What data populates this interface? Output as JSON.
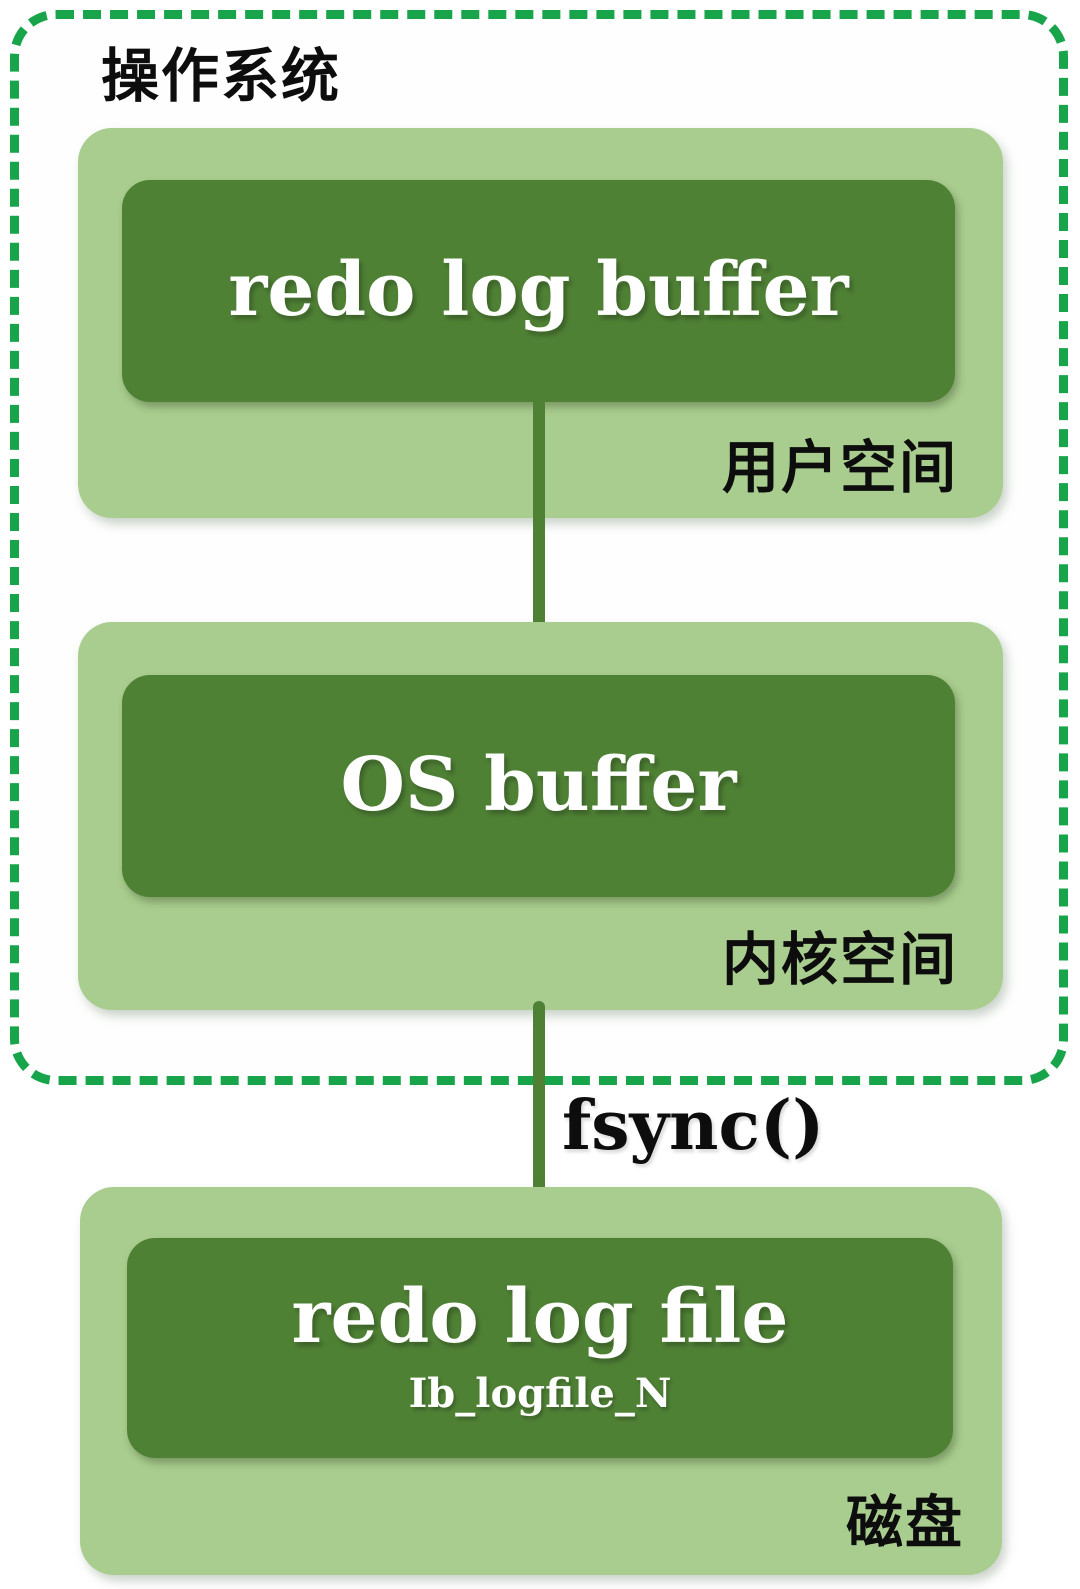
{
  "os_frame": {
    "title": "操作系统"
  },
  "user_space": {
    "buffer_label": "redo log buffer",
    "zone_label": "用户空间"
  },
  "kernel_space": {
    "buffer_label": "OS buffer",
    "zone_label": "内核空间"
  },
  "disk": {
    "file_label": "redo log file",
    "file_sublabel": "Ib_logfile_N",
    "zone_label": "磁盘"
  },
  "syscall_label": "fsync()",
  "colors": {
    "dashed_frame_green": "#18a44b",
    "zone_light_green": "#a9cd8e",
    "box_dark_green": "#4f8135",
    "arrow_green": "#4f8135",
    "box_text_white": "#ffffff",
    "label_text_black": "#0d0d0d",
    "background": "#ffffff"
  }
}
